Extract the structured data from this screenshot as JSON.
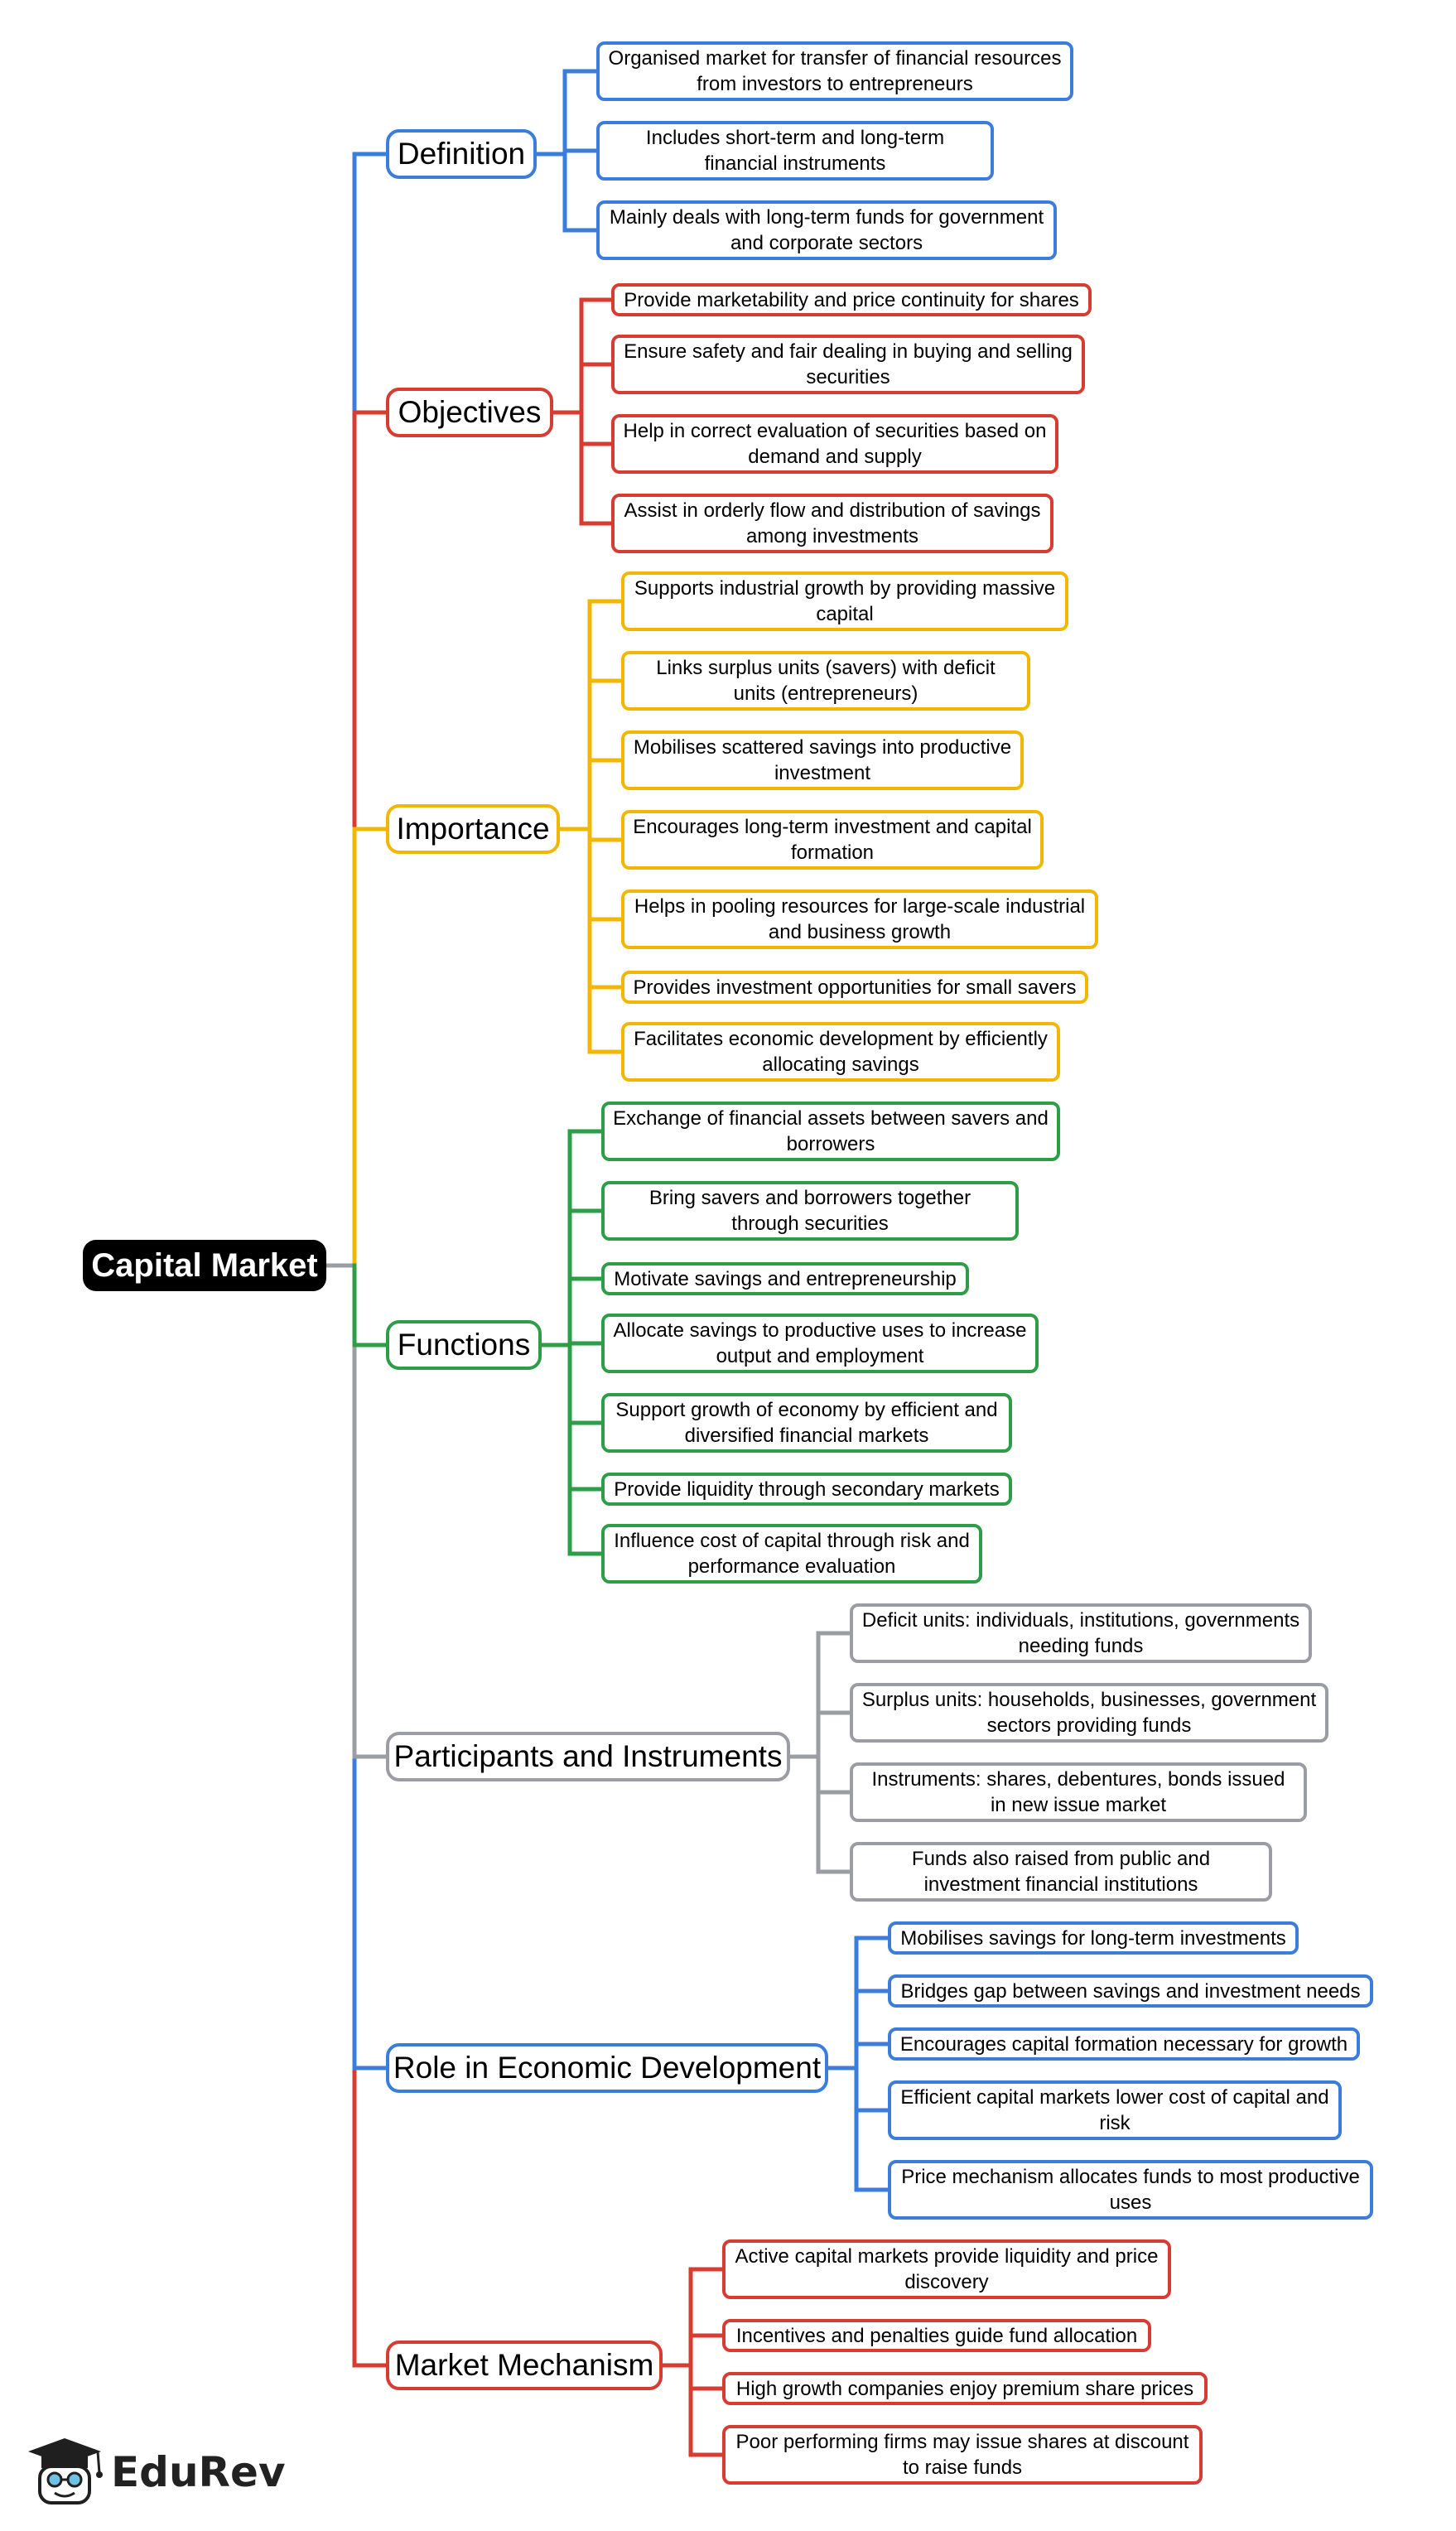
{
  "colors": {
    "blue": "#3b7ddd",
    "red": "#d63c32",
    "yellow": "#f2b705",
    "green": "#2e9d48",
    "gray": "#9a9da3",
    "root_bg": "#000000"
  },
  "root": {
    "label": "Capital Market"
  },
  "branches": [
    {
      "label": "Definition",
      "color": "blue",
      "items": [
        "Organised market for transfer of financial resources from investors to entrepreneurs",
        "Includes short-term and long-term financial instruments",
        "Mainly deals with long-term funds for government and corporate sectors"
      ]
    },
    {
      "label": "Objectives",
      "color": "red",
      "items": [
        "Provide marketability and price continuity for shares",
        "Ensure safety and fair dealing in buying and selling securities",
        "Help in correct evaluation of securities based on demand and supply",
        "Assist in orderly flow and distribution of savings among investments"
      ]
    },
    {
      "label": "Importance",
      "color": "yellow",
      "items": [
        "Supports industrial growth by providing massive capital",
        "Links surplus units (savers) with deficit units (entrepreneurs)",
        "Mobilises scattered savings into productive investment",
        "Encourages long-term investment and capital formation",
        "Helps in pooling resources for large-scale industrial and business growth",
        "Provides investment opportunities for small savers",
        "Facilitates economic development by efficiently allocating savings"
      ]
    },
    {
      "label": "Functions",
      "color": "green",
      "items": [
        "Exchange of financial assets between savers and borrowers",
        "Bring savers and borrowers together through securities",
        "Motivate savings and entrepreneurship",
        "Allocate savings to productive uses to increase output and employment",
        "Support growth of economy by efficient and diversified financial markets",
        "Provide liquidity through secondary markets",
        "Influence cost of capital through risk and performance evaluation"
      ]
    },
    {
      "label": "Participants and Instruments",
      "color": "gray",
      "items": [
        "Deficit units: individuals, institutions, governments needing funds",
        "Surplus units: households, businesses, government sectors providing funds",
        "Instruments: shares, debentures, bonds issued in new issue market",
        "Funds also raised from public and investment financial institutions"
      ]
    },
    {
      "label": "Role in Economic Development",
      "color": "blue",
      "items": [
        "Mobilises savings for long-term investments",
        "Bridges gap between savings and investment needs",
        "Encourages capital formation necessary for growth",
        "Efficient capital markets lower cost of capital and risk",
        "Price mechanism allocates funds to most productive uses"
      ]
    },
    {
      "label": "Market Mechanism",
      "color": "red",
      "items": [
        "Active capital markets provide liquidity and price discovery",
        "Incentives and penalties guide fund allocation",
        "High growth companies enjoy premium share prices",
        "Poor performing firms may issue shares at discount to raise funds"
      ]
    }
  ],
  "brand": {
    "name": "EduRev",
    "icon": "graduation-cap-mascot-icon"
  }
}
